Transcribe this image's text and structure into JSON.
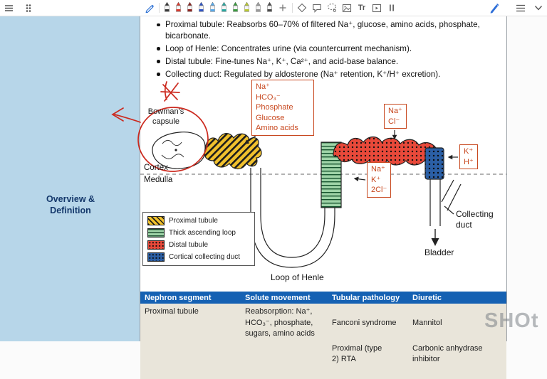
{
  "topbar": {
    "text_tool_label": "Tr",
    "pen_colors": [
      "#3a3a3a",
      "#d63b2f",
      "#8e2420",
      "#2f55c4",
      "#58a8e8",
      "#2aa7a0",
      "#3a9a3f",
      "#b8c832",
      "#9a9a9a",
      "#4a4a4a"
    ],
    "stylus_color": "#2f6fd8"
  },
  "sidebar": {
    "bg": "#b7d6e9",
    "text_color": "#14386b",
    "section_label": "Overview &\nDefinition"
  },
  "bullets": [
    "Proximal tubule: Reabsorbs 60–70% of filtered Na⁺, glucose, amino acids, phosphate, bicarbonate.",
    "Loop of Henle: Concentrates urine (via countercurrent mechanism).",
    "Distal tubule: Fine-tunes Na⁺, K⁺, Ca²⁺, and acid-base balance.",
    "Collecting duct: Regulated by aldosterone (Na⁺ retention, K⁺/H⁺ excretion)."
  ],
  "diagram": {
    "annotation_color": "#cc2a1f",
    "solute_box_color": "#c8481f",
    "labels": {
      "bowmans_capsule": "Bowman's\ncapsule",
      "cortex": "Cortex",
      "medulla": "Medulla",
      "loop_of_henle": "Loop of Henle",
      "collecting_duct": "Collecting\nduct",
      "bladder": "Bladder"
    },
    "solute_boxes": {
      "proximal": "Na⁺\nHCO₃⁻\nPhosphate\nGlucose\nAmino acids",
      "distal": "Na⁺\nCl⁻",
      "thick_ascending": "Na⁺\nK⁺\n2Cl⁻",
      "collecting": "K⁺\nH⁺"
    },
    "legend": [
      {
        "label": "Proximal tubule",
        "color": "#f1c12d"
      },
      {
        "label": "Thick ascending loop",
        "color": "#9fd4a8"
      },
      {
        "label": "Distal tubule",
        "color": "#e8493a"
      },
      {
        "label": "Cortical collecting duct",
        "color": "#2b5fa5"
      }
    ]
  },
  "table": {
    "header_bg": "#1561b3",
    "body_bg": "#e9e5da",
    "headers": [
      "Nephron segment",
      "Solute movement",
      "Tubular pathology",
      "Diuretic"
    ],
    "row": {
      "segment": "Proximal tubule",
      "solute_movement": "Reabsorption: Na⁺,\nHCO₃⁻, phosphate,\nsugars, amino acids",
      "pathology_1": "Fanconi syndrome",
      "pathology_2": "Proximal (type\n2) RTA",
      "diuretic_1": "Mannitol",
      "diuretic_2": "Carbonic anhydrase\ninhibitor"
    }
  },
  "watermark": "SHOt"
}
